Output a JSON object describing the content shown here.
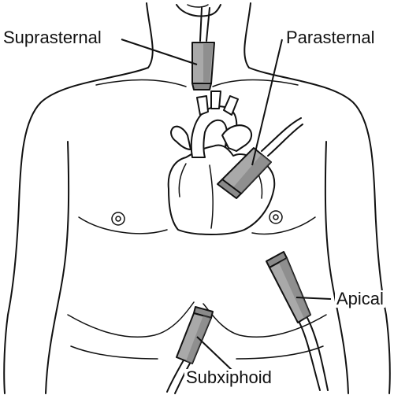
{
  "labels": {
    "suprasternal": "Suprasternal",
    "parasternal": "Parasternal",
    "apical": "Apical",
    "subxiphoid": "Subxiphoid"
  },
  "colors": {
    "probe_fill": "#a9a9a9",
    "probe_shade": "#7a7a7a",
    "line": "#111111",
    "background": "#ffffff"
  }
}
